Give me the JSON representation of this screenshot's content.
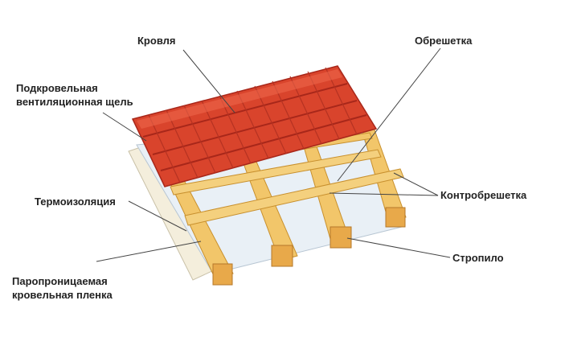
{
  "labels": {
    "krovlya": "Кровля",
    "obreshetka": "Обрешетка",
    "podkrov_line1": "Подкровельная",
    "podkrov_line2": "вентиляционная щель",
    "termo": "Термоизоляция",
    "kontrobreshetka": "Контробрешетка",
    "stropilo": "Стропило",
    "plenka_line1": "Паропроницаемая",
    "plenka_line2": "кровельная пленка"
  },
  "colors": {
    "tile": "#d9442c",
    "tile_dark": "#a8271a",
    "wood": "#f2c66a",
    "wood_dark": "#c8902e",
    "insulation": "#e9f0f6",
    "film": "#f4eedc",
    "leader": "#444444"
  }
}
